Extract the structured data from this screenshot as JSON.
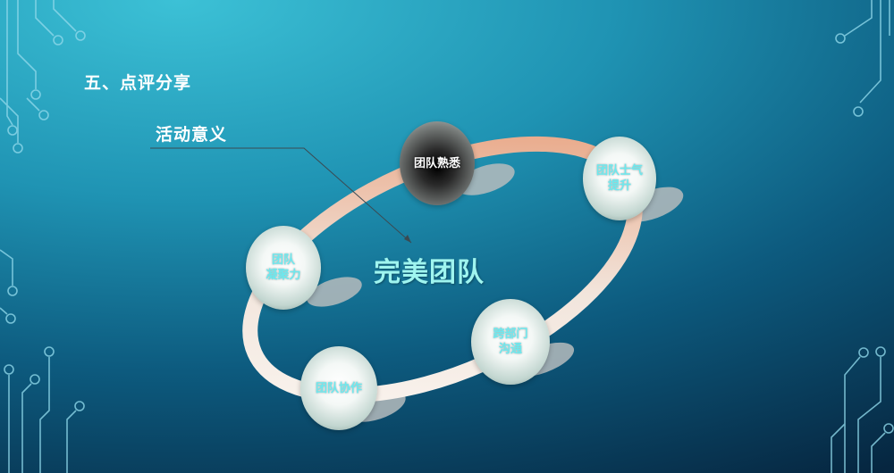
{
  "slide": {
    "section_title": "五、点评分享",
    "subtitle": "活动意义",
    "center_text": "完美团队",
    "nodes": [
      {
        "id": "familiar",
        "label": "团队熟悉"
      },
      {
        "id": "morale",
        "label": "团队士气\n提升"
      },
      {
        "id": "cohesion",
        "label": "团队\n凝聚力"
      },
      {
        "id": "communication",
        "label": "跨部门\n沟通"
      },
      {
        "id": "collaboration",
        "label": "团队协作"
      }
    ]
  },
  "colors": {
    "background_light": "#3cc1d6",
    "background_dark": "#062640",
    "ring_light": "#f2e9e2",
    "ring_peach": "#e8a07c",
    "node_text": "#6de8ee",
    "center_text": "#9ff5ef"
  }
}
